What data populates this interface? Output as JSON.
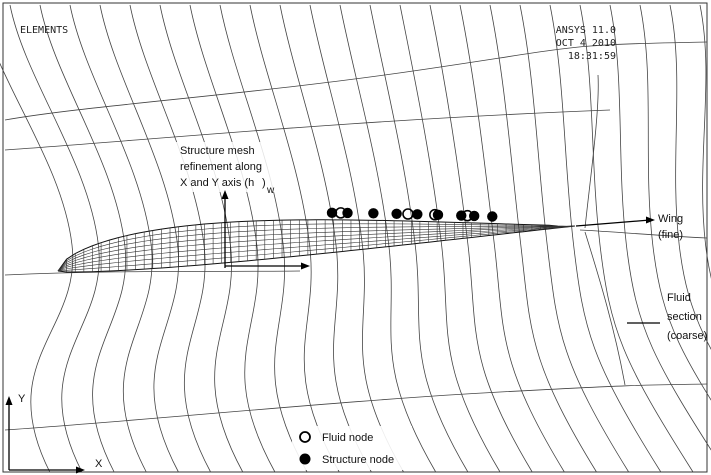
{
  "header": {
    "label": "ELEMENTS",
    "software": "ANSYS 11.0",
    "date": "OCT  4 2010",
    "time": "18:31:59"
  },
  "annotations": {
    "refinement_line1": "Structure mesh",
    "refinement_line2": "refinement along",
    "refinement_line3": "X and Y axis (h",
    "refinement_sub": ")",
    "refinement_w": "w",
    "wing_line1": "Wing",
    "wing_line2": "(fine)",
    "fluid_line1": "Fluid",
    "fluid_line2": "section",
    "fluid_line3": "(coarse)"
  },
  "axes": {
    "y": "Y",
    "x": "X"
  },
  "legend": {
    "fluid": "Fluid node",
    "structure": "Structure node"
  }
}
